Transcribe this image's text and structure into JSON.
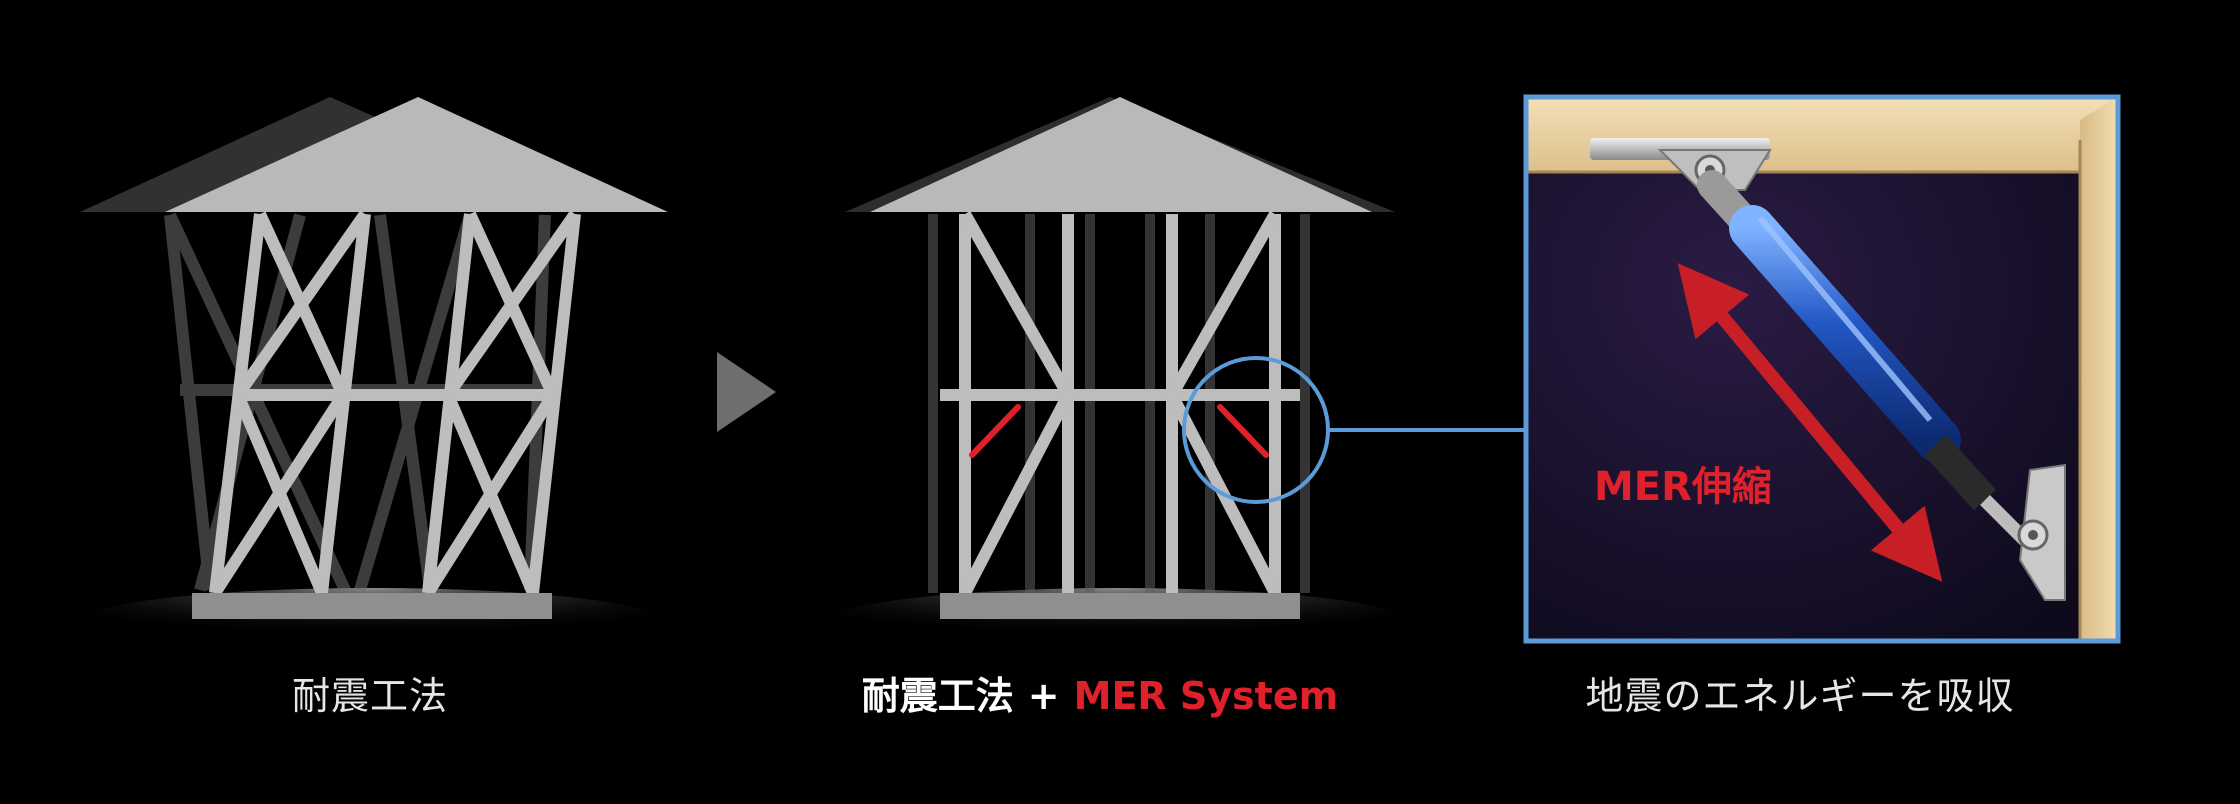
{
  "captions": {
    "left": "耐震工法",
    "middle_base": "耐震工法",
    "middle_plus": "+",
    "middle_system": "MER System",
    "right": "地震のエネルギーを吸収"
  },
  "photo_label": "MER伸縮",
  "colors": {
    "accent_red": "#e0202a",
    "highlight_blue": "#5b9bd8",
    "frame_gray": "#bdbdbd",
    "roof_gray": "#b9b9b9",
    "background": "#000000",
    "damper_blue": "#1f54b8"
  },
  "icons": {
    "arrow": "play-triangle-icon"
  }
}
